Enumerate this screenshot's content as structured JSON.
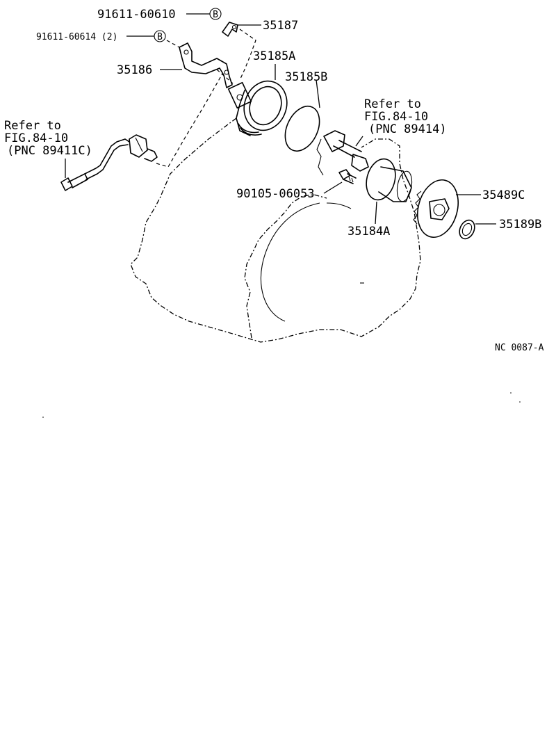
{
  "callouts": {
    "p91611_60610": "91611-60610",
    "p91611_60614": "91611-60614 (2)",
    "p35187": "35187",
    "p35185A": "35185A",
    "p35186": "35186",
    "p35185B": "35185B",
    "p90105_06053": "90105-06053",
    "p35184A": "35184A",
    "p35489C": "35489C",
    "p35189B": "35189B"
  },
  "markers": {
    "b1": "B",
    "b2": "B"
  },
  "references": {
    "left": {
      "line1": "Refer to",
      "line2": "FIG.84-10",
      "line3": "(PNC 89411C)"
    },
    "right": {
      "line1": "Refer to",
      "line2": "FIG.84-10",
      "line3": "(PNC 89414)"
    }
  },
  "footer": {
    "code": "NC 0087-A"
  }
}
